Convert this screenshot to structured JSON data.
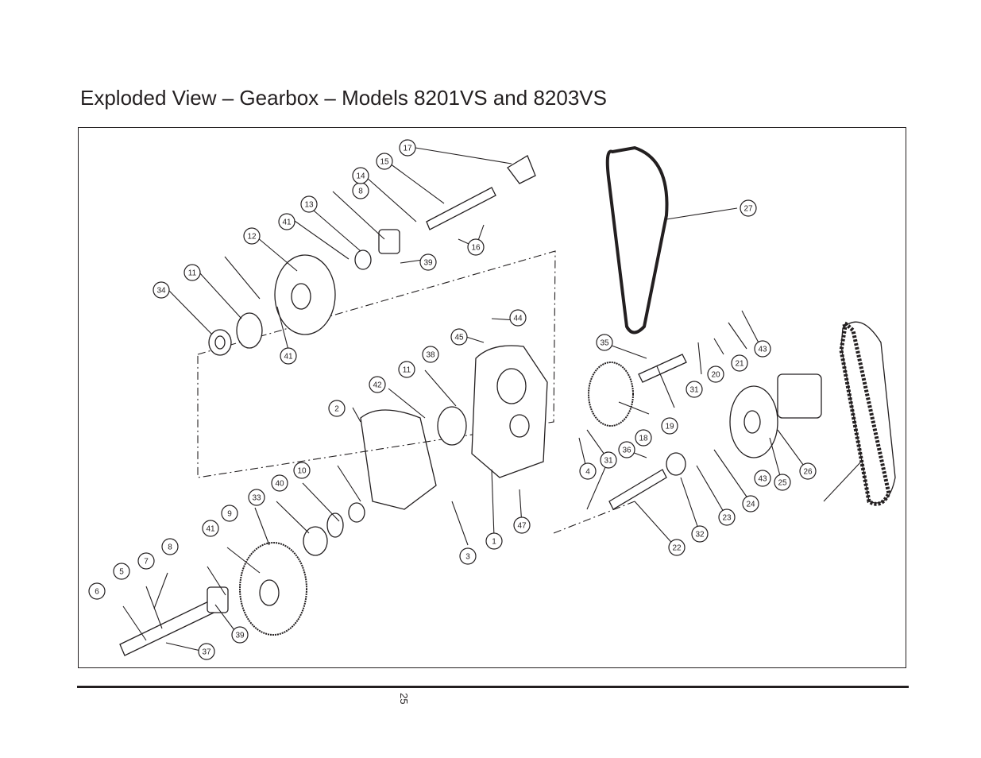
{
  "title": "Exploded View – Gearbox – Models 8201VS and 8203VS",
  "page_number": "25",
  "callout_labels": [
    "1",
    "2",
    "3",
    "4",
    "5",
    "6",
    "7",
    "8",
    "8",
    "9",
    "10",
    "11",
    "11",
    "12",
    "13",
    "14",
    "15",
    "16",
    "17",
    "18",
    "19",
    "20",
    "21",
    "22",
    "23",
    "24",
    "25",
    "26",
    "27",
    "31",
    "31",
    "32",
    "33",
    "34",
    "35",
    "36",
    "37",
    "38",
    "39",
    "39",
    "40",
    "41",
    "41",
    "41",
    "42",
    "43",
    "43",
    "44",
    "45",
    "47"
  ]
}
